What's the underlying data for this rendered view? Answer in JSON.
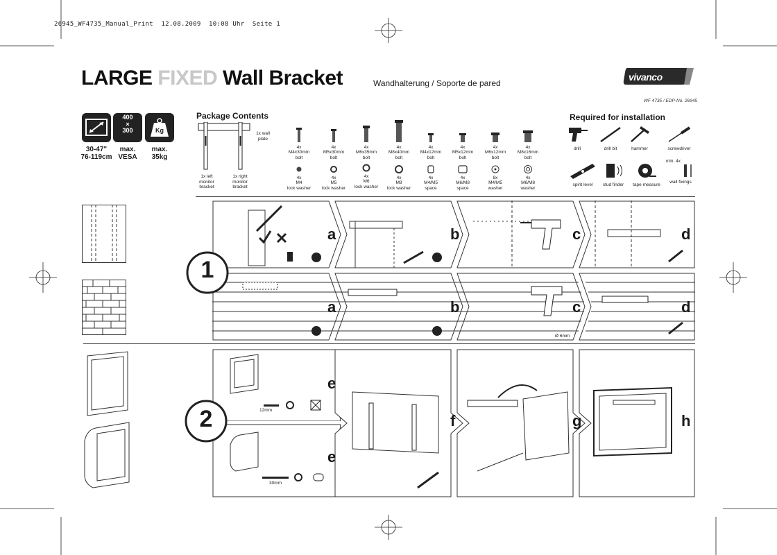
{
  "print_header": "26945_WF4735_Manual_Print  12.08.2009  10:08 Uhr  Seite 1",
  "title": {
    "part1": "LARGE",
    "part2": "FIXED",
    "part3": "Wall Bracket"
  },
  "subtitle": "Wandhalterung / Soporte de pared",
  "brand": "vivanco",
  "model_line": "WF 4735 / EDP-No. 26945",
  "specs": {
    "size": {
      "label": "30-47\"",
      "sub": "76-119cm"
    },
    "vesa": {
      "icon_text": "400\n×\n300",
      "label": "max.",
      "sub": "VESA"
    },
    "weight": {
      "icon_text": "Kg",
      "label": "max.",
      "sub": "35kg"
    }
  },
  "package": {
    "title": "Package Contents",
    "wall_plate": "1x wall\nplate",
    "left_bracket": "1x left\nmonitor\nbracket",
    "right_bracket": "1x right\nmonitor\nbracket",
    "bolts": [
      {
        "qty": "4x",
        "label": "M4x30mm",
        "type": "bolt"
      },
      {
        "qty": "4x",
        "label": "M5x30mm",
        "type": "bolt"
      },
      {
        "qty": "4x",
        "label": "M6x35mm",
        "type": "bolt"
      },
      {
        "qty": "4x",
        "label": "M8x40mm",
        "type": "bolt"
      },
      {
        "qty": "4x",
        "label": "M4x12mm",
        "type": "bolt"
      },
      {
        "qty": "4x",
        "label": "M5x12mm",
        "type": "bolt"
      },
      {
        "qty": "4x",
        "label": "M6x12mm",
        "type": "bolt"
      },
      {
        "qty": "4x",
        "label": "M8x16mm",
        "type": "bolt"
      }
    ],
    "washers": [
      {
        "qty": "4x",
        "label": "M4",
        "type": "lock washer"
      },
      {
        "qty": "4x",
        "label": "M5",
        "type": "lock washer"
      },
      {
        "qty": "4x",
        "label": "M6",
        "type": "lock washer"
      },
      {
        "qty": "4x",
        "label": "M8",
        "type": "lock washer"
      },
      {
        "qty": "4x",
        "label": "M4/M5",
        "type": "space"
      },
      {
        "qty": "4x",
        "label": "M6/M8",
        "type": "space"
      },
      {
        "qty": "8x",
        "label": "M4/M5",
        "type": "washer"
      },
      {
        "qty": "4x",
        "label": "M6/M8",
        "type": "washer"
      }
    ]
  },
  "required": {
    "title": "Required for installation",
    "tools": [
      "drill",
      "drill bit",
      "hammer",
      "screwdriver",
      "spirit level",
      "stud finder",
      "tape measure",
      "wall fixings"
    ],
    "wall_fixings_note": "min. 4x"
  },
  "steps": {
    "step1": "1",
    "step2": "2",
    "letters_row1": [
      "a",
      "b",
      "c",
      "d"
    ],
    "letters_row2": [
      "a",
      "b",
      "c",
      "d"
    ],
    "letters_row3": [
      "e",
      "f",
      "g",
      "h"
    ],
    "letter_row4": "e",
    "drill_size": "Ø 6mm",
    "bolt_short": "12mm",
    "bolt_long": "30mm"
  }
}
